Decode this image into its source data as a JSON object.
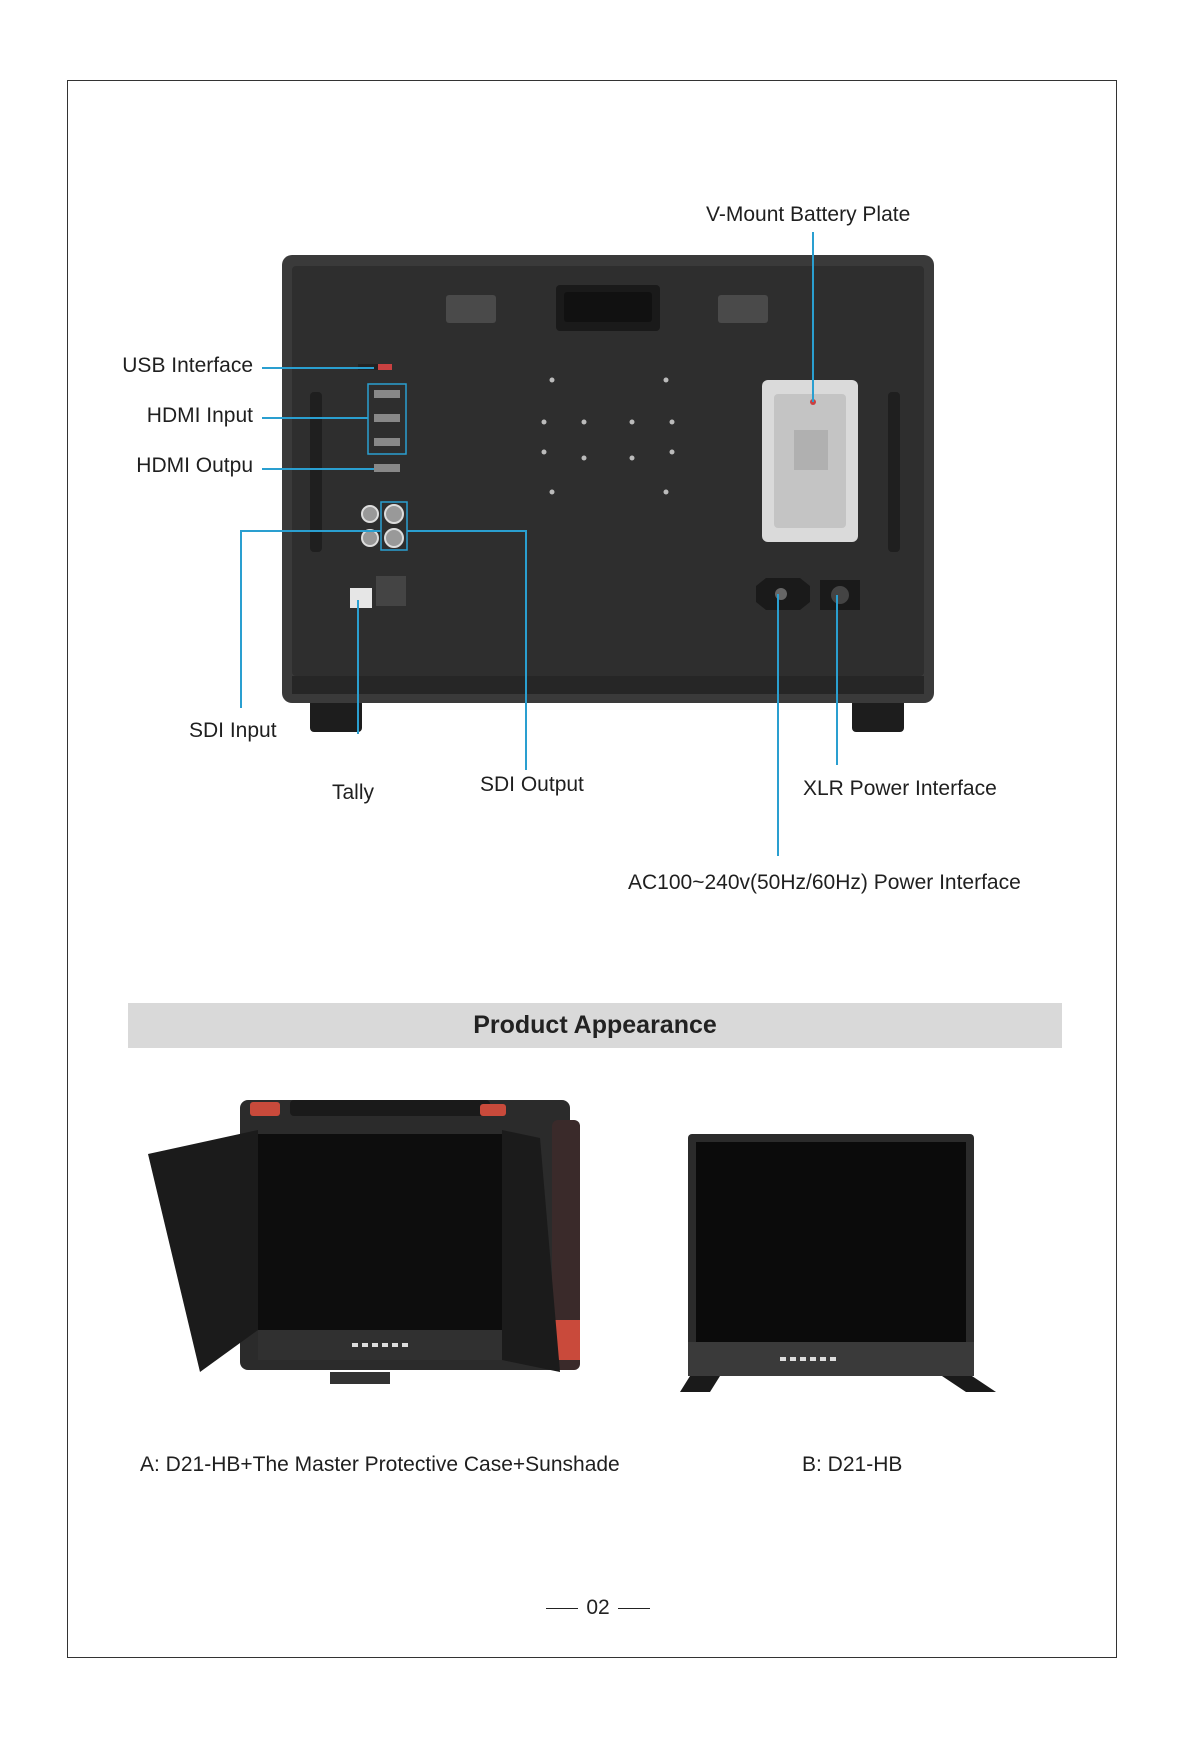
{
  "labels": {
    "vmount": "V-Mount Battery Plate",
    "usb": "USB Interface",
    "hdmi_in": "HDMI Input",
    "hdmi_out": "HDMI Outpu",
    "sdi_in": "SDI Input",
    "tally": "Tally",
    "sdi_out": "SDI Output",
    "xlr": "XLR Power Interface",
    "ac": "AC100~240v(50Hz/60Hz) Power Interface"
  },
  "section": {
    "title": "Product Appearance"
  },
  "products": {
    "a_caption": "A: D21-HB+The Master Protective Case+Sunshade",
    "b_caption": "B: D21-HB"
  },
  "footer": {
    "page": "02"
  },
  "colors": {
    "callout": "#2a9fd0",
    "section_bg": "#d9d9d9"
  }
}
